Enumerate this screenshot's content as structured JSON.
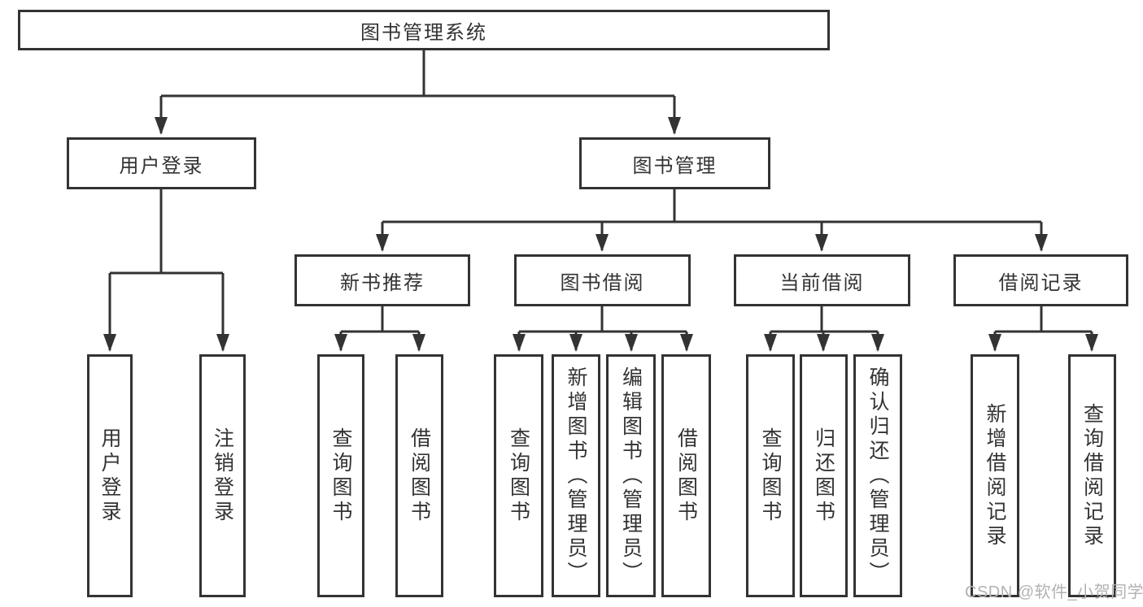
{
  "colors": {
    "line": "#333333",
    "box_border": "#333333",
    "text": "#333333",
    "watermark": "#b2b2b6",
    "background": "#ffffff"
  },
  "watermark": {
    "text": "CSDN @软件_小贺同学"
  },
  "diagram": {
    "type": "hierarchy-tree",
    "root": {
      "label": "图书管理系统"
    },
    "branches": [
      {
        "label": "用户登录",
        "children": [
          "用户登录",
          "注销登录"
        ]
      },
      {
        "label": "图书管理",
        "modules": [
          {
            "label": "新书推荐",
            "children": [
              "查询图书",
              "借阅图书"
            ]
          },
          {
            "label": "图书借阅",
            "children": [
              "查询图书",
              "新增图书（管理员）",
              "编辑图书（管理员）",
              "借阅图书"
            ]
          },
          {
            "label": "当前借阅",
            "children": [
              "查询图书",
              "归还图书",
              "确认归还（管理员）"
            ]
          },
          {
            "label": "借阅记录",
            "children": [
              "新增借阅记录",
              "查询借阅记录"
            ]
          }
        ]
      }
    ]
  }
}
